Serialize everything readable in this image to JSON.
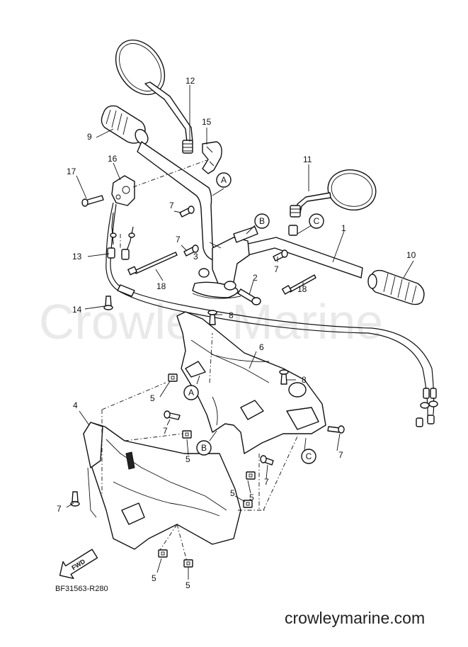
{
  "watermark": "Crowley Marine",
  "footer": {
    "reference_code": "BF31563-R280",
    "site": "crowleymarine.com"
  },
  "fwd_arrow_label": "FWD",
  "ref_letters": {
    "a": "A",
    "b": "B",
    "c": "C"
  },
  "callouts": {
    "n1": "1",
    "n2": "2",
    "n3": "3",
    "n4": "4",
    "n5": "5",
    "n6": "6",
    "n7": "7",
    "n8": "8",
    "n9": "9",
    "n10": "10",
    "n11": "11",
    "n12": "12",
    "n13": "13",
    "n14": "14",
    "n15": "15",
    "n16": "16",
    "n17": "17",
    "n18": "18"
  }
}
